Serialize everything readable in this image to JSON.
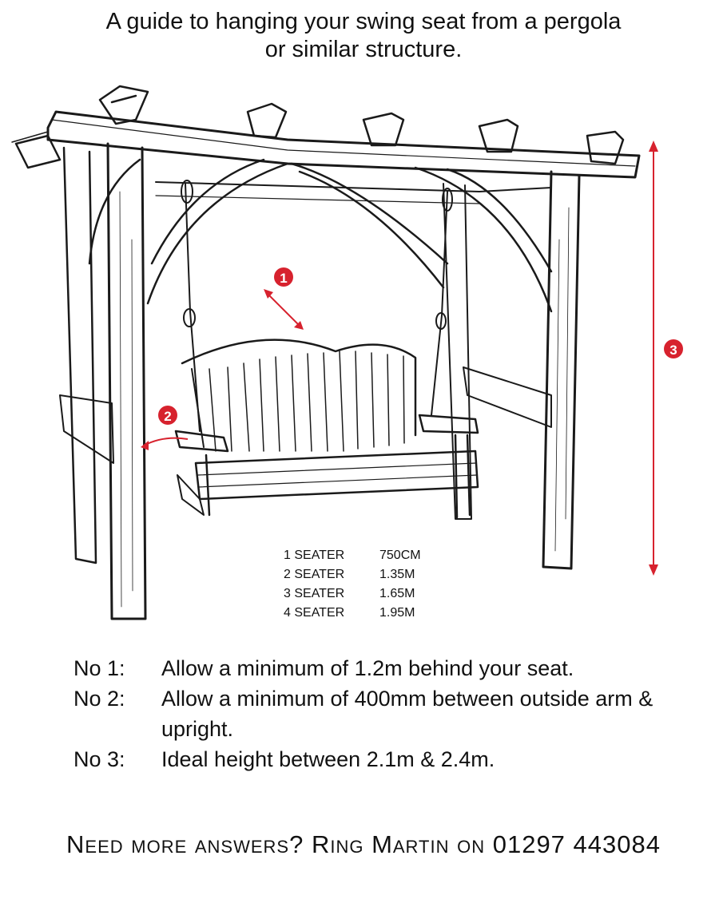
{
  "header": {
    "title_line1": "A guide to hanging your swing seat from a pergola",
    "title_line2": "or similar structure."
  },
  "markers": [
    {
      "label": "1",
      "meaning": "space behind seat"
    },
    {
      "label": "2",
      "meaning": "space between arm and upright"
    },
    {
      "label": "3",
      "meaning": "hanging height"
    }
  ],
  "marker_color": "#d7222e",
  "sizes": [
    {
      "seat": "1 SEATER",
      "width": "750CM"
    },
    {
      "seat": "2 SEATER",
      "width": "1.35M"
    },
    {
      "seat": "3 SEATER",
      "width": "1.65M"
    },
    {
      "seat": "4 SEATER",
      "width": "1.95M"
    }
  ],
  "notes": [
    {
      "num": "No 1:",
      "text": "Allow a minimum of 1.2m behind your seat."
    },
    {
      "num": "No 2:",
      "text": "Allow a minimum of 400mm between outside arm & upright."
    },
    {
      "num": "No 3:",
      "text": "Ideal height between 2.1m & 2.4m."
    }
  ],
  "footer": {
    "text": "Need more answers? Ring Martin on 01297 443084"
  }
}
